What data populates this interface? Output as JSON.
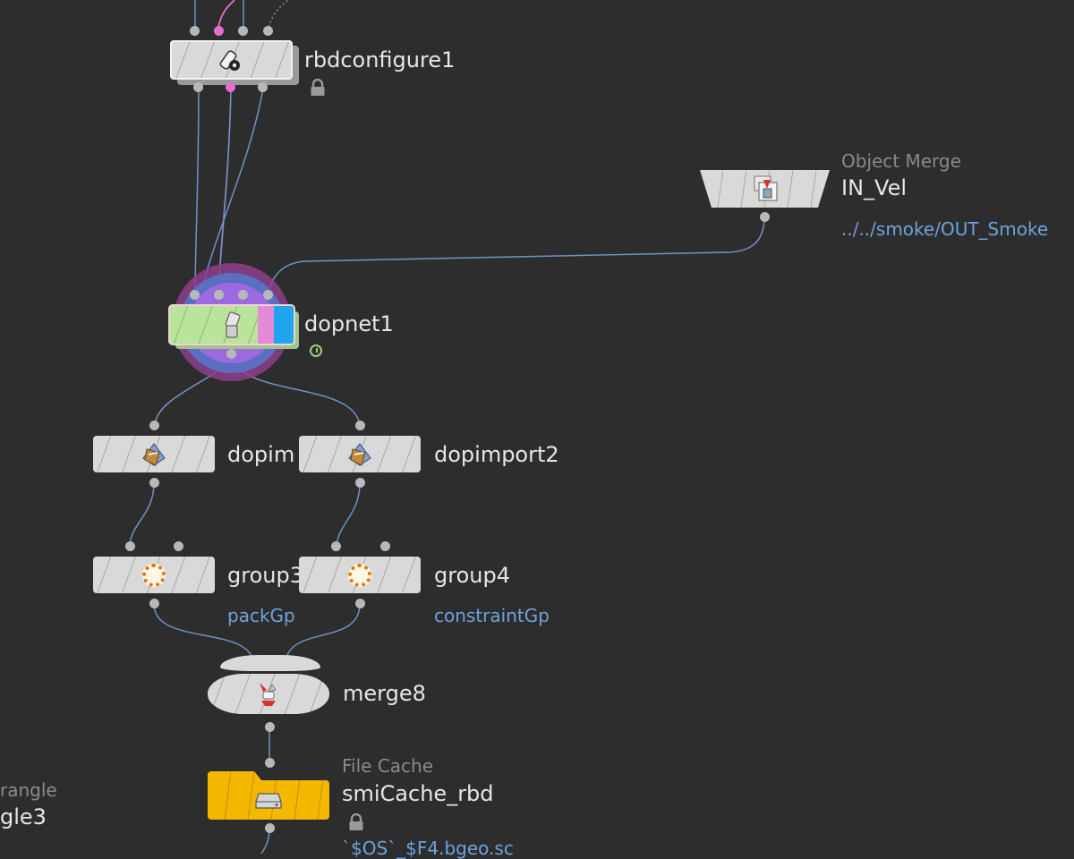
{
  "nodes": {
    "rbdconfigure": {
      "name": "rbdconfigure1",
      "icon": "rbd-configure-icon",
      "flag": "lock-icon"
    },
    "objmerge": {
      "type": "Object Merge",
      "name": "IN_Vel",
      "param": "../../smoke/OUT_Smoke",
      "icon": "object-merge-icon"
    },
    "dopnet": {
      "name": "dopnet1",
      "icon": "dopnet-icon",
      "flag": "clock-icon"
    },
    "dopimport1": {
      "name": "dopim",
      "icon": "dopimport-icon"
    },
    "dopimport2": {
      "name": "dopimport2",
      "icon": "dopimport-icon"
    },
    "group3": {
      "name": "group3",
      "param": "packGp",
      "icon": "group-icon"
    },
    "group4": {
      "name": "group4",
      "param": "constraintGp",
      "icon": "group-icon"
    },
    "merge8": {
      "name": "merge8",
      "icon": "merge-icon"
    },
    "filecache": {
      "type": "File Cache",
      "name": "smiCache_rbd",
      "param": "`$OS`_$F4.bgeo.sc",
      "icon": "hard-drive-icon",
      "flag": "lock-icon"
    },
    "triangle": {
      "type": "rangle",
      "name": "gle3"
    }
  },
  "colors": {
    "background": "#2d2d2d",
    "wire": "#6e93c7",
    "node_body": "#d9d9d9",
    "dopnet_green": "#b9e49a",
    "dopnet_pink": "#e58ad6",
    "dopnet_blue": "#1ea5ee",
    "filecache_yellow": "#f5b800",
    "param_text": "#6ea2dc"
  }
}
